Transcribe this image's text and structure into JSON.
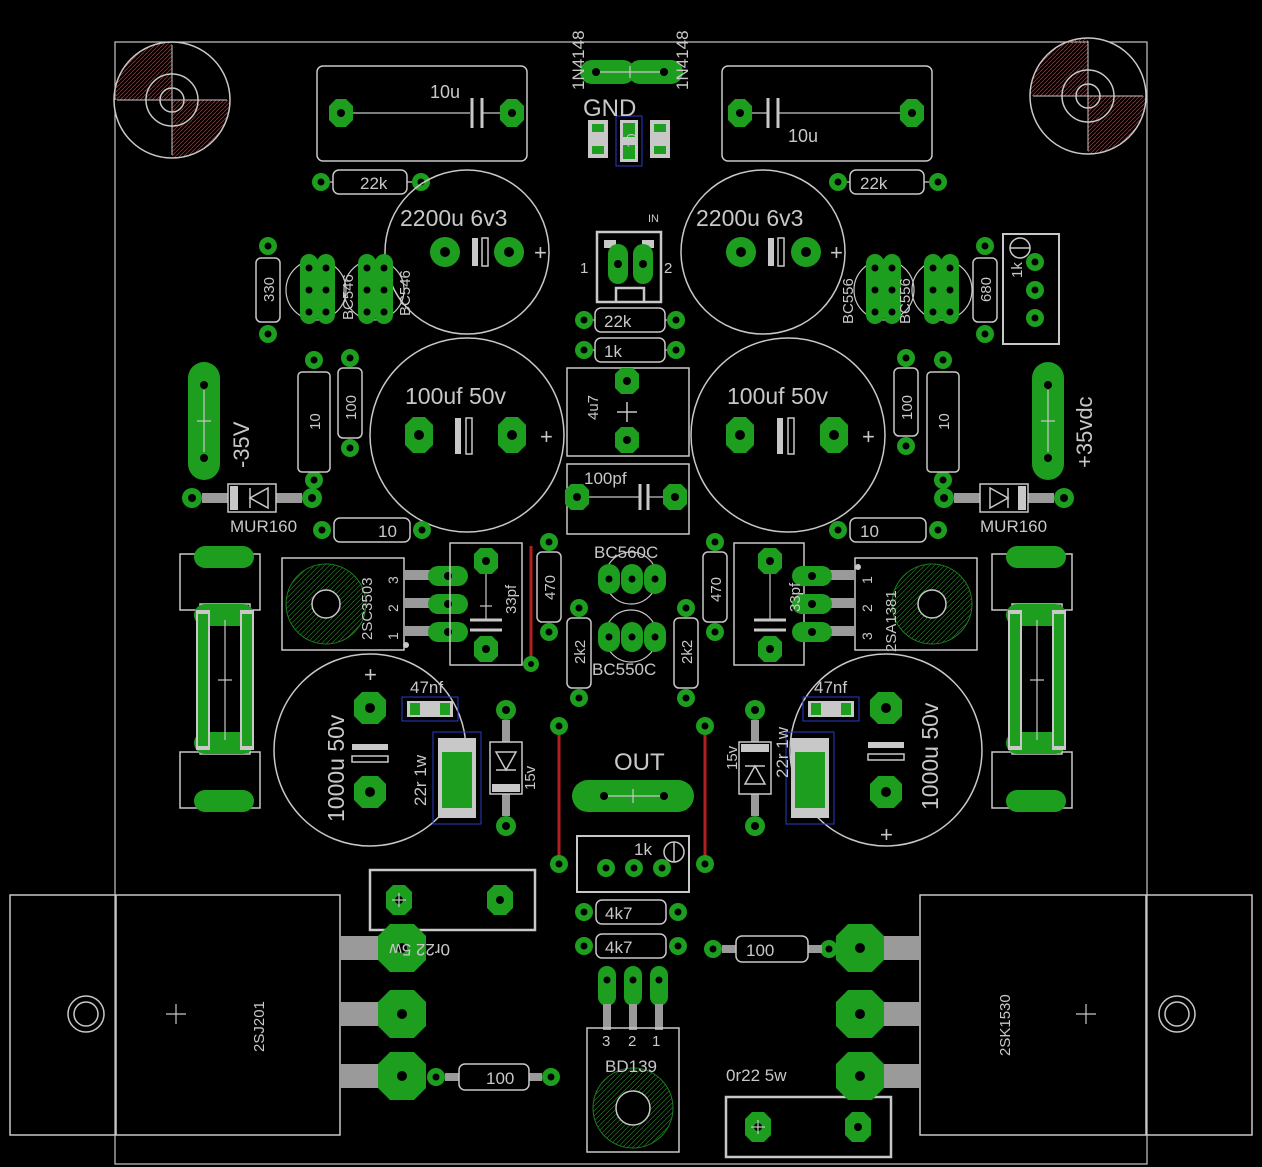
{
  "colors": {
    "background": "#000000",
    "outline": "#c8c8c8",
    "copper": "#1e9e1e",
    "pad_ring": "#37c837",
    "pad_hole": "#000000",
    "trace_red": "#b02020",
    "keepout": "#c81e1e",
    "blue_box": "#2a3cc8",
    "heatsink_gray": "#9a9a9a"
  },
  "labels": {
    "d1": "1N4148",
    "d2": "1N4148",
    "c10u_left": "10u",
    "c10u_right": "10u",
    "gnd": "GND",
    "r10_top": "10",
    "r22k_left": "22k",
    "r22k_right": "22k",
    "cap2200_left": "2200u 6v3",
    "cap2200_right": "2200u 6v3",
    "in_label": "IN",
    "in_pin1": "1",
    "in_pin2": "2",
    "r22k_mid": "22k",
    "r1k_mid": "1k",
    "r330": "330",
    "bc546_a": "BC546",
    "bc546_b": "BC546",
    "bc556_a": "BC556",
    "bc556_b": "BC556",
    "r680": "680",
    "pot1k_top": "1k",
    "neg35": "-35V",
    "pos35": "+35vdc",
    "r10_left": "10",
    "r100_left": "100",
    "cap100_left": "100uf 50v",
    "cap100_right": "100uf 50v",
    "c4u7": "4u7",
    "r100_right": "100",
    "r10_right": "10",
    "c100pf": "100pf",
    "mur_left": "MUR160",
    "mur_right": "MUR160",
    "r10_bl": "10",
    "r10_br": "10",
    "bc560c": "BC560C",
    "bc550c": "BC550C",
    "q2sc3503": "2SC3503",
    "q2sa1381": "2SA1381",
    "c33pf_left": "33pf",
    "c33pf_right": "33pf",
    "r470_left": "470",
    "r470_right": "470",
    "r2k2_left": "2k2",
    "r2k2_right": "2k2",
    "pin3": "3",
    "pin2": "2",
    "pin1": "1",
    "cap1000_left": "1000u 50v",
    "cap1000_right": "1000u 50v",
    "c47nf_left": "47nf",
    "c47nf_right": "47nf",
    "r22r_left": "22r 1w",
    "r22r_right": "22r 1w",
    "z15v_left": "15v",
    "z15v_right": "15v",
    "out": "OUT",
    "pot1k_bottom": "1k",
    "r4k7_a": "4k7",
    "r4k7_b": "4k7",
    "r0r22_mirror": "0r22 5w",
    "r100_b_right": "100",
    "r100_b_left": "100",
    "mosfet_p": "2SJ201",
    "mosfet_n": "2SK1530",
    "bd139": "BD139",
    "bd_pin3": "3",
    "bd_pin2": "2",
    "bd_pin1": "1",
    "r0r22_bottom": "0r22 5w"
  }
}
